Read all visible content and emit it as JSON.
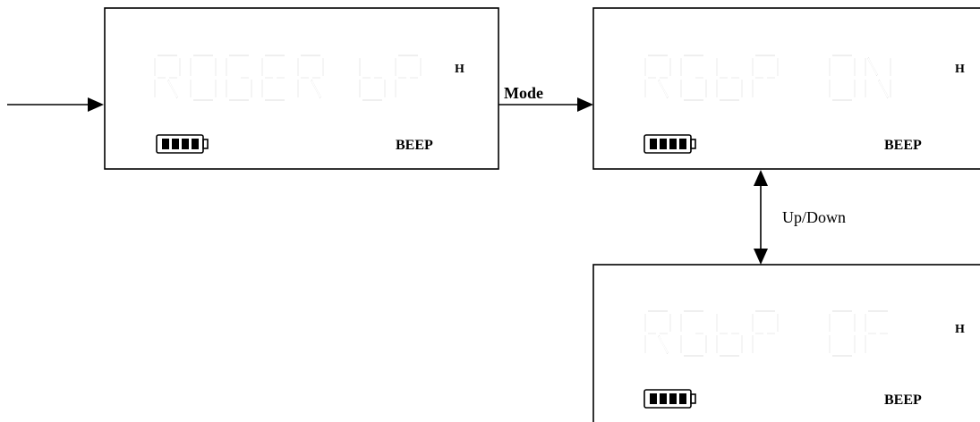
{
  "screens": [
    {
      "id": "roger-bp",
      "line1": "RDGER",
      "line2": "bP",
      "mode_mark": "H",
      "indicator": "BEEP",
      "battery_level": 1.0
    },
    {
      "id": "rgbp-on",
      "line1": "RGbP",
      "line2": "ON",
      "mode_mark": "H",
      "indicator": "BEEP",
      "battery_level": 1.0
    },
    {
      "id": "rgbp-off",
      "line1": "RGbP",
      "line2": "OF",
      "mode_mark": "H",
      "indicator": "BEEP",
      "battery_level": 1.0
    }
  ],
  "transitions": {
    "mode_label": "Mode",
    "updown_label": "Up/Down"
  }
}
